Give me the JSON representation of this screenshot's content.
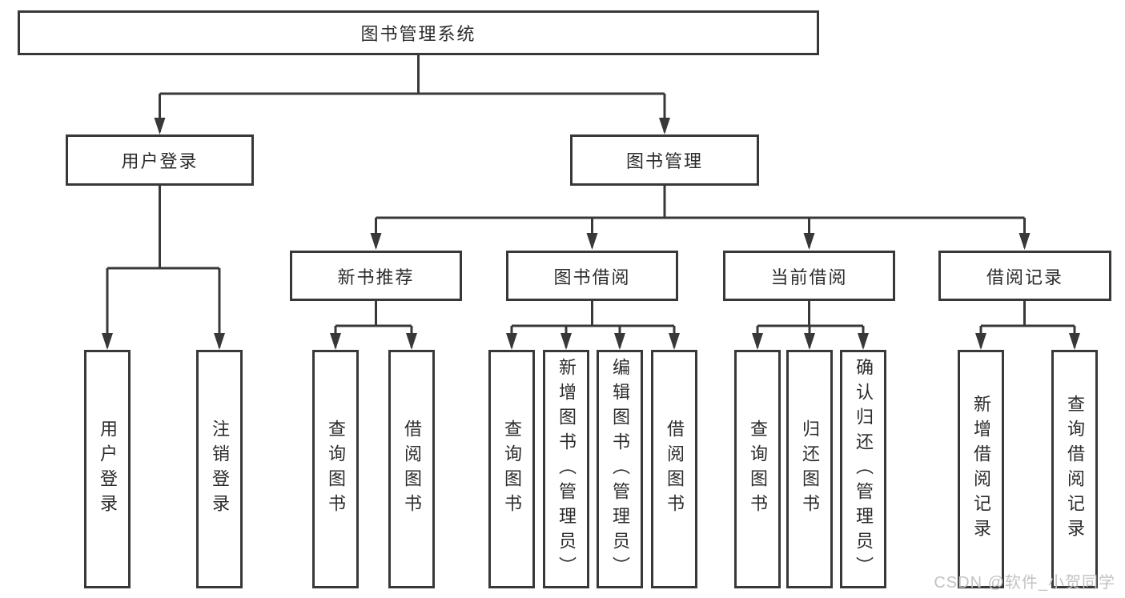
{
  "tree": {
    "root": "图书管理系统",
    "branches": [
      {
        "label": "用户登录",
        "children": [
          "用户登录",
          "注销登录"
        ]
      },
      {
        "label": "图书管理",
        "groups": [
          {
            "label": "新书推荐",
            "children": [
              "查询图书",
              "借阅图书"
            ]
          },
          {
            "label": "图书借阅",
            "children": [
              "查询图书",
              "新增图书（管理员）",
              "编辑图书（管理员）",
              "借阅图书"
            ]
          },
          {
            "label": "当前借阅",
            "children": [
              "查询图书",
              "归还图书",
              "确认归还（管理员）"
            ]
          },
          {
            "label": "借阅记录",
            "children": [
              "新增借阅记录",
              "查询借阅记录"
            ]
          }
        ]
      }
    ]
  },
  "watermark": {
    "text": "CSDN @软件_小贺同学"
  },
  "colors": {
    "line": "#38383a",
    "text": "#2c2c2e",
    "watermark": "#c3c3c5",
    "background": "#ffffff"
  }
}
